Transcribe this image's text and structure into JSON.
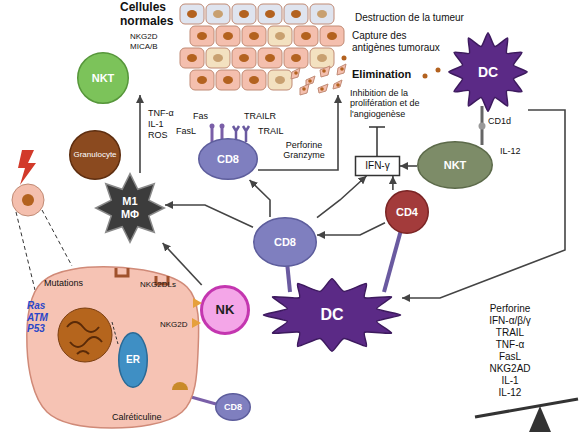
{
  "diagram": {
    "nodes": [
      {
        "text": [
          "Cellules normales"
        ]
      },
      {
        "text": [
          "NKT"
        ]
      },
      {
        "text": [
          "Granulocyte"
        ]
      },
      {
        "text": [
          "M1 MΦ"
        ]
      },
      {
        "text": [
          "CD8"
        ]
      },
      {
        "text": [
          "DC"
        ]
      },
      {
        "text": [
          "NKT"
        ]
      },
      {
        "text": [
          "IFN-γ"
        ]
      },
      {
        "text": [
          "CD8"
        ]
      },
      {
        "text": [
          "CD4"
        ]
      },
      {
        "text": [
          "DC"
        ]
      },
      {
        "text": [
          "NK"
        ]
      },
      {
        "text": [
          "Ras ATM P53"
        ]
      },
      {
        "text": [
          "ER"
        ],
        "in": 12
      },
      {
        "text": [
          "CD8"
        ]
      }
    ],
    "edges": [
      {
        "from": 3,
        "to": 0,
        "arrow": "to"
      },
      {
        "from": 4,
        "to": 0,
        "label": "Perforine Granzyme",
        "arrow": "to"
      },
      {
        "from": 6,
        "to": 7,
        "arrow": "to"
      },
      {
        "from": 8,
        "to": 7,
        "arrow": "to"
      },
      {
        "from": 9,
        "to": 7,
        "arrow": "to"
      },
      {
        "from": 8,
        "to": 3,
        "arrow": "to"
      },
      {
        "from": 8,
        "to": 4,
        "arrow": "to"
      },
      {
        "from": 9,
        "to": 8,
        "arrow": "to"
      },
      {
        "from": 11,
        "to": 3,
        "arrow": "to"
      },
      {
        "from": 5,
        "to": 10,
        "arrow": "to"
      }
    ],
    "labels": [
      "Destruction de la tumeur",
      "Capture des antigènes tumoraux",
      "Elimination",
      "Inhibition de la prolifération et de l'angiogenèse",
      "NKG2D",
      "MICA/B",
      "TNF-α",
      "IL-1",
      "ROS",
      "Fas",
      "FasL",
      "TRAILR",
      "TRAIL",
      "CD1d",
      "IL-12",
      "NKG2DLs",
      "NKG2D",
      "Mutations",
      "Calréticuline",
      "Perforine",
      "IFN-α/β/γ",
      "TRAIL",
      "TNF-α",
      "FasL",
      "NKG2AD",
      "IL-1",
      "IL-12"
    ]
  }
}
